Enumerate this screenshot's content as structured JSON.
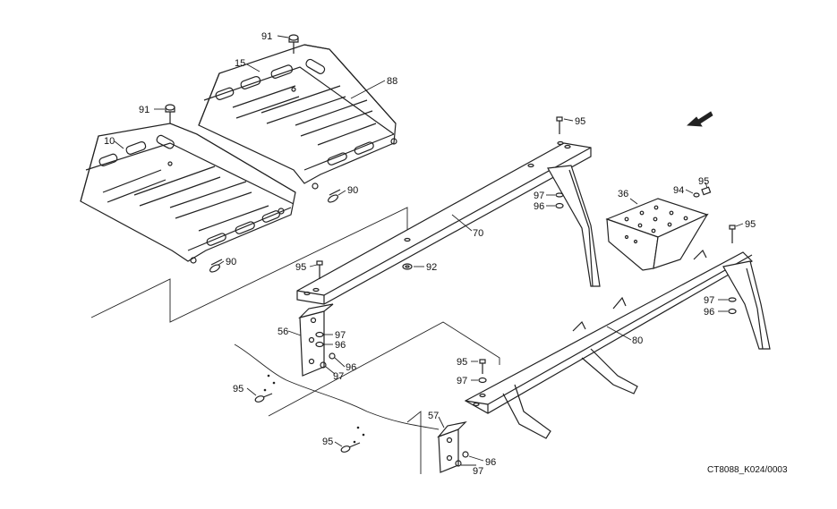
{
  "figure_code": "CT8088_K024/0003",
  "callouts": {
    "c91a": "91",
    "c15": "15",
    "c88": "88",
    "c91b": "91",
    "c10": "10",
    "c90a": "90",
    "c90b": "90",
    "c95a": "95",
    "c70": "70",
    "c92": "92",
    "c95b": "95",
    "c97a": "97",
    "c96a": "96",
    "c36": "36",
    "c95c": "95",
    "c94": "94",
    "c95d": "95",
    "c97b": "97",
    "c96b": "96",
    "c56": "56",
    "c97c": "97",
    "c96c": "96",
    "c96d": "96",
    "c97d": "97",
    "c80": "80",
    "c95e": "95",
    "c97e": "97",
    "c95f": "95",
    "c57": "57",
    "c95g": "95",
    "c96e": "96",
    "c97f": "97"
  },
  "icons": {
    "direction": "arrow-down-left-icon"
  }
}
